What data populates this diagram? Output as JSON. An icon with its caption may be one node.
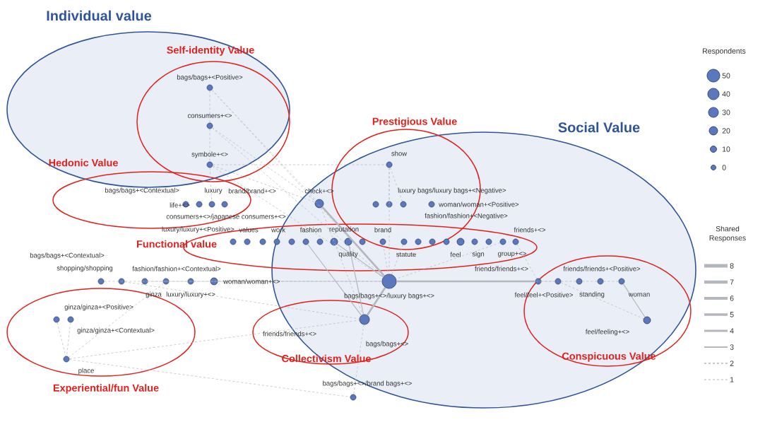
{
  "diagram": {
    "nodes": [
      {
        "text": [
          "bags/bags+<Positive>"
        ]
      },
      {
        "text": [
          "consumers+<>"
        ]
      },
      {
        "text": [
          "symbole+<>"
        ]
      },
      {
        "text": [
          "bags/bags+<Contextual>"
        ]
      },
      {
        "text": [
          "life+<>"
        ]
      },
      {
        "text": [
          "luxury"
        ]
      },
      {
        "text": [
          "brand/brand+<>"
        ]
      },
      {
        "text": [
          "check+<>"
        ]
      },
      {
        "text": [
          "show"
        ]
      },
      {
        "text": [],
        "shape": "circle"
      },
      {
        "text": [],
        "shape": "circle"
      },
      {
        "text": [
          "luxury bags/luxury bags+<Negative>"
        ]
      },
      {
        "text": [
          "woman/woman+<Positive>"
        ]
      },
      {
        "text": [
          "luxury/luxury+<Positive>"
        ]
      },
      {
        "text": [
          "values"
        ]
      },
      {
        "text": [
          "consumers+<>/japanese consumers+<>"
        ]
      },
      {
        "text": [
          "work"
        ]
      },
      {
        "text": [],
        "shape": "circle"
      },
      {
        "text": [
          "fashion"
        ]
      },
      {
        "text": [],
        "shape": "circle"
      },
      {
        "text": [
          "reputation"
        ]
      },
      {
        "text": [
          "quality"
        ]
      },
      {
        "text": [],
        "shape": "circle"
      },
      {
        "text": [
          "brand"
        ]
      },
      {
        "text": [
          "statute"
        ]
      },
      {
        "text": [],
        "shape": "circle"
      },
      {
        "text": [],
        "shape": "circle"
      },
      {
        "text": [
          "fashion/fashion+<Negative>"
        ]
      },
      {
        "text": [
          "feel"
        ]
      },
      {
        "text": [
          "sign"
        ]
      },
      {
        "text": [],
        "shape": "circle"
      },
      {
        "text": [
          "group+<>"
        ]
      },
      {
        "text": [
          "friends+<>"
        ]
      },
      {
        "text": [
          "bags/bags+<Contextual>"
        ]
      },
      {
        "text": [
          "shopping/shopping"
        ]
      },
      {
        "text": [
          "fashion/fashion+<Contextual>"
        ]
      },
      {
        "text": [
          "ginza"
        ]
      },
      {
        "text": [
          "luxury/luxury+<>"
        ]
      },
      {
        "text": [
          "woman/woman+<>"
        ]
      },
      {
        "text": [
          "bags/bags+<>/luxury bags+<>"
        ]
      },
      {
        "text": [
          "friends/friends+<>"
        ]
      },
      {
        "text": [
          "feel/feel+<Positive>"
        ]
      },
      {
        "text": [
          "standing"
        ]
      },
      {
        "text": [
          "friends/friends+<Positive>"
        ]
      },
      {
        "text": [
          "woman"
        ]
      },
      {
        "text": [
          "feel/feeling+<>"
        ]
      },
      {
        "text": [
          "bags/bags+<>"
        ]
      },
      {
        "text": [
          "ginza/ginza+<Positive>"
        ]
      },
      {
        "text": [
          "ginza/ginza+<Contextual>"
        ]
      },
      {
        "text": [
          "place"
        ]
      },
      {
        "text": [
          "bags/bags+<>/brand bags+<>"
        ]
      }
    ],
    "edges": [
      {
        "from": 0,
        "to": 1,
        "arrow": "none",
        "style": "dashed"
      },
      {
        "from": 1,
        "to": 2,
        "arrow": "none",
        "style": "dashed"
      },
      {
        "from": 0,
        "to": 7,
        "arrow": "none",
        "style": "dashed"
      },
      {
        "from": 0,
        "to": 39,
        "arrow": "none",
        "style": "dashed"
      },
      {
        "from": 1,
        "to": 7,
        "arrow": "none",
        "style": "dashed"
      },
      {
        "from": 1,
        "to": 39,
        "arrow": "none",
        "style": "dashed"
      },
      {
        "from": 2,
        "to": 7,
        "arrow": "none",
        "style": "dashed"
      },
      {
        "from": 2,
        "to": 39,
        "arrow": "none",
        "style": "dashed"
      },
      {
        "from": 2,
        "to": 5,
        "arrow": "none",
        "style": "dashed"
      },
      {
        "from": 2,
        "to": 8,
        "arrow": "none",
        "style": "dashed"
      },
      {
        "from": 7,
        "to": 39,
        "arrow": "none",
        "style": "thick"
      },
      {
        "from": 7,
        "to": 46,
        "arrow": "none",
        "style": "dashed"
      },
      {
        "from": 8,
        "to": 10,
        "arrow": "none",
        "style": "dashed"
      },
      {
        "from": 8,
        "to": 11,
        "arrow": "none",
        "style": "dashed"
      },
      {
        "from": 8,
        "to": 39,
        "arrow": "none",
        "style": "dashed"
      },
      {
        "from": 20,
        "to": 39,
        "arrow": "none"
      },
      {
        "from": 23,
        "to": 39,
        "arrow": "none",
        "style": "dashed"
      },
      {
        "from": 24,
        "to": 39,
        "arrow": "none",
        "style": "dashed"
      },
      {
        "from": 21,
        "to": 46,
        "arrow": "none"
      },
      {
        "from": 18,
        "to": 46,
        "arrow": "none"
      },
      {
        "from": 31,
        "to": 39,
        "arrow": "none",
        "style": "dashed"
      },
      {
        "from": 32,
        "to": 40,
        "arrow": "none",
        "style": "dashed"
      },
      {
        "from": 33,
        "to": 39,
        "arrow": "none",
        "style": "dashed"
      },
      {
        "from": 34,
        "to": 46,
        "arrow": "none",
        "style": "dashed"
      },
      {
        "from": 35,
        "to": 39,
        "arrow": "none",
        "style": "dashed"
      },
      {
        "from": 38,
        "to": 39,
        "arrow": "none",
        "style": "dashed"
      },
      {
        "from": 39,
        "to": 46,
        "arrow": "none",
        "style": "thick"
      },
      {
        "from": 39,
        "to": 40,
        "arrow": "none",
        "style": "thick"
      },
      {
        "from": 39,
        "to": 41,
        "arrow": "none",
        "style": "dashed"
      },
      {
        "from": 40,
        "to": 41,
        "arrow": "none",
        "style": "dashed"
      },
      {
        "from": 41,
        "to": 42,
        "arrow": "none",
        "style": "dashed"
      },
      {
        "from": 42,
        "to": 43,
        "arrow": "none",
        "style": "dashed"
      },
      {
        "from": 43,
        "to": 44,
        "arrow": "none",
        "style": "dashed"
      },
      {
        "from": 44,
        "to": 45,
        "arrow": "none"
      },
      {
        "from": 41,
        "to": 45,
        "arrow": "none",
        "style": "dashed"
      },
      {
        "from": 47,
        "to": 49,
        "arrow": "none",
        "style": "dashed"
      },
      {
        "from": 48,
        "to": 49,
        "arrow": "none",
        "style": "dashed"
      },
      {
        "from": 36,
        "to": 49,
        "arrow": "none",
        "style": "dashed"
      },
      {
        "from": 49,
        "to": 50,
        "arrow": "none",
        "style": "dashed"
      },
      {
        "from": 49,
        "to": 46,
        "arrow": "none",
        "style": "dashed"
      },
      {
        "from": 46,
        "to": 50,
        "arrow": "none",
        "style": "dashed"
      }
    ],
    "labels": [
      "Individual value",
      "Self-identity Value",
      "Hedonic Value",
      "Prestigious Value",
      "Social Value",
      "Functional value",
      "Collectivism Value",
      "Conspicuous Value",
      "Experiential/fun Value",
      "Respondents",
      "Shared Responses",
      "friends/friends+<>"
    ],
    "legend": [
      {
        "text": "50"
      },
      {
        "text": "40"
      },
      {
        "text": "30"
      },
      {
        "text": "20"
      },
      {
        "text": "10"
      },
      {
        "text": "0"
      },
      {
        "text": "8"
      },
      {
        "text": "7"
      },
      {
        "text": "6"
      },
      {
        "text": "5"
      },
      {
        "text": "4"
      },
      {
        "text": "3"
      },
      {
        "text": "2"
      },
      {
        "text": "1"
      }
    ]
  }
}
